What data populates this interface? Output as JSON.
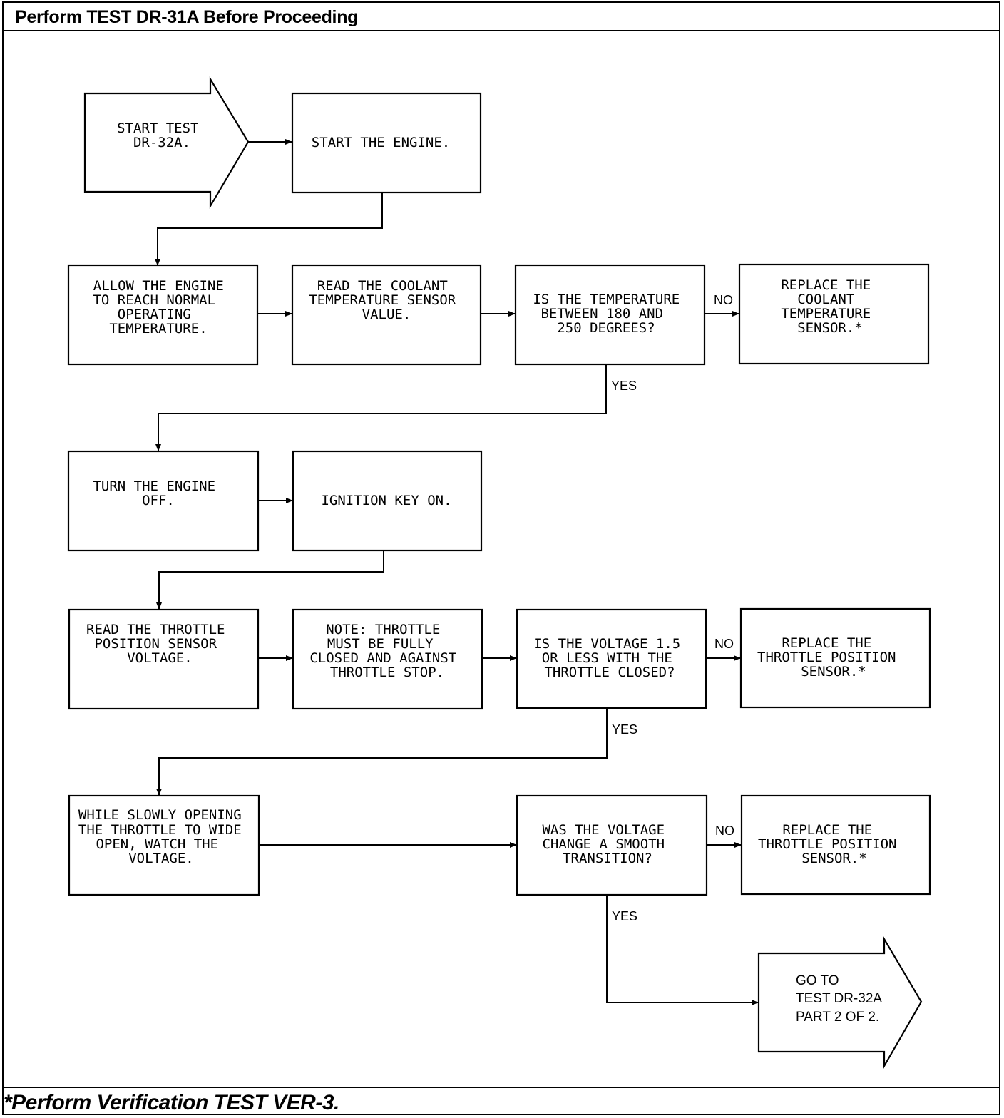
{
  "header": {
    "title": "Perform TEST DR-31A Before Proceeding"
  },
  "footer": {
    "note": "*Perform Verification TEST VER-3."
  },
  "nodes": {
    "start": [
      "START TEST",
      "DR-32A."
    ],
    "start_engine": [
      "START THE ENGINE."
    ],
    "allow_engine": [
      "ALLOW THE ENGINE",
      "TO REACH NORMAL",
      "OPERATING",
      "TEMPERATURE."
    ],
    "read_coolant": [
      "READ THE COOLANT",
      "TEMPERATURE SENSOR",
      "VALUE."
    ],
    "temp_question": [
      "IS THE TEMPERATURE",
      "BETWEEN 180 AND",
      "250 DEGREES?"
    ],
    "replace_coolant": [
      "REPLACE THE",
      "COOLANT",
      "TEMPERATURE",
      "SENSOR.*"
    ],
    "turn_off": [
      "TURN THE ENGINE",
      "OFF."
    ],
    "ignition_on": [
      "IGNITION KEY ON."
    ],
    "read_tps": [
      "READ THE THROTTLE",
      "POSITION SENSOR",
      "VOLTAGE."
    ],
    "note_throttle": [
      "NOTE: THROTTLE",
      "MUST BE FULLY",
      "CLOSED AND AGAINST",
      "THROTTLE STOP."
    ],
    "voltage_question": [
      "IS THE VOLTAGE 1.5",
      "OR LESS WITH THE",
      "THROTTLE CLOSED?"
    ],
    "replace_tps_1": [
      "REPLACE THE",
      "THROTTLE POSITION",
      "SENSOR.*"
    ],
    "open_throttle": [
      "WHILE SLOWLY OPENING",
      "THE THROTTLE TO WIDE",
      "OPEN, WATCH THE",
      "VOLTAGE."
    ],
    "smooth_question": [
      "WAS THE VOLTAGE",
      "CHANGE A SMOOTH",
      "TRANSITION?"
    ],
    "replace_tps_2": [
      "REPLACE THE",
      "THROTTLE POSITION",
      "SENSOR.*"
    ],
    "goto": [
      "GO TO",
      "TEST DR-32A",
      "PART 2 OF 2."
    ]
  },
  "edges": {
    "no_1": "NO",
    "yes_1": "YES",
    "no_2": "NO",
    "yes_2": "YES",
    "no_3": "NO",
    "yes_3": "YES"
  }
}
